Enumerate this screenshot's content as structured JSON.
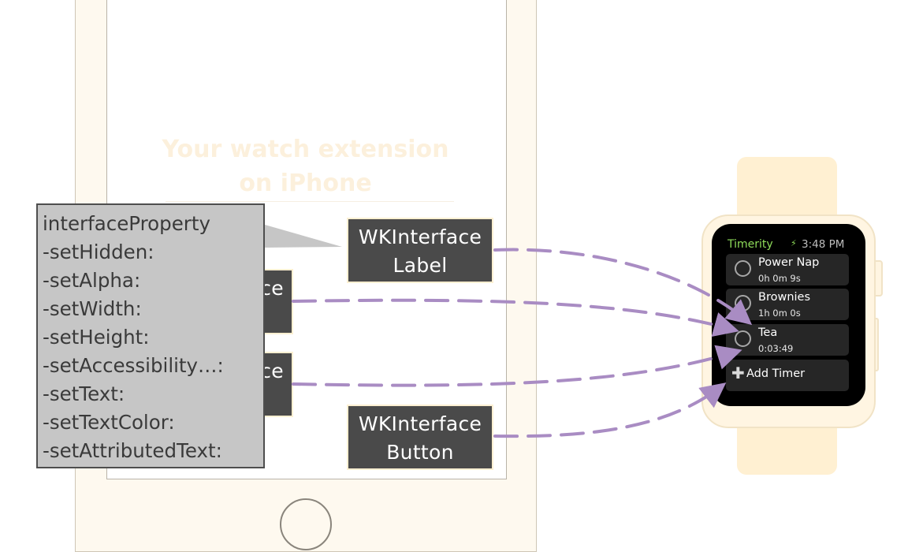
{
  "phone": {
    "title": "Your watch extension\non iPhone"
  },
  "boxes": {
    "label": "WKInterface\nLabel",
    "button": "WKInterface\nButton",
    "hidden_1": "ce",
    "hidden_2": "ce"
  },
  "property_panel": {
    "lines": [
      "interfaceProperty",
      "-setHidden:",
      "-setAlpha:",
      "-setWidth:",
      "-setHeight:",
      "-setAccessibility…:",
      "-setText:",
      "-setTextColor:",
      "-setAttributedText:"
    ]
  },
  "watch": {
    "app_title": "Timerity",
    "bolt_icon": "⚡",
    "time": "3:48 PM",
    "timers": [
      {
        "name": "Power Nap",
        "time": "0h 0m 9s"
      },
      {
        "name": "Brownies",
        "time": "1h 0m 0s"
      },
      {
        "name": "Tea",
        "time": "0:03:49"
      }
    ],
    "add_icon": "✚",
    "add_label": "Add Timer"
  },
  "colors": {
    "connector": "#a98cc3",
    "box_fill": "#4a4a4a",
    "panel_fill": "#c6c6c6",
    "app_title_green": "#8fdc5a",
    "band": "#fff0d2"
  }
}
